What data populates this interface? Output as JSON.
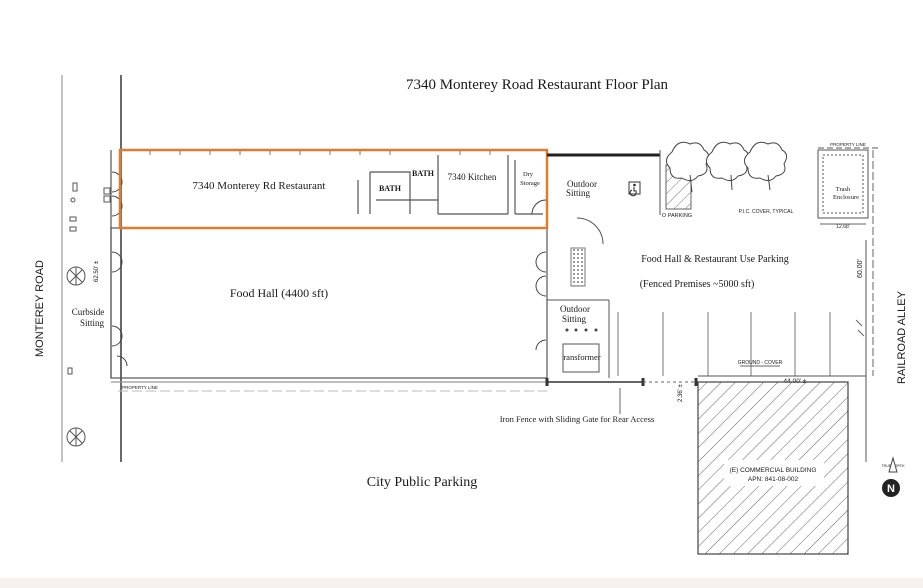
{
  "title": "7340 Monterey Road Restaurant Floor Plan",
  "streets": {
    "left": "MONTEREY    ROAD",
    "right": "RAILROAD ALLEY",
    "bottom": "City Public Parking"
  },
  "rooms": {
    "restaurant": "7340 Monterey Rd Restaurant",
    "bath_upper": "Bath",
    "bath_lower": "Bath",
    "kitchen": "7340 Kitchen",
    "dry_storage_line1": "Dry",
    "dry_storage_line2": "Storage",
    "food_hall": "Food Hall (4400 sft)",
    "outdoor_upper_line1": "Outdoor",
    "outdoor_upper_line2": "Sitting",
    "outdoor_lower_line1": "Outdoor",
    "outdoor_lower_line2": "Sitting",
    "transformer": "ransformer",
    "curbside_line1": "Curbside",
    "curbside_line2": "Sitting",
    "trash_line1": "Trash",
    "trash_line2": "Enclosure"
  },
  "parking": {
    "title": "Food Hall & Restaurant Use Parking",
    "subtitle": "(Fenced Premises ~5000 sft)",
    "o_parking": "O PARKING",
    "pic_cover": "P.I.C. COVER, TYPICAL",
    "fence_note": "Iron Fence with Sliding Gate for Rear Access"
  },
  "labels": {
    "property_line_top": "PROPERTY LINE",
    "property_line_bottom": "PROPERTY LINE",
    "ground_cover": "GROUND - COVER",
    "dim_44": "44.00' ±",
    "dim_60": "60.00'",
    "dim_236": "2.36' ±",
    "dim_6250": "62.50' ±",
    "dim_1268": "12.68'",
    "commercial_line1": "(E) COMMERCIAL BUILDING",
    "commercial_line2": "APN: 841-08-002",
    "north_top": "TRUE NORTH",
    "north_letter": "N"
  },
  "colors": {
    "highlight": "#e07b2c",
    "line": "#4a4a4a",
    "text": "#1a1a1a"
  }
}
